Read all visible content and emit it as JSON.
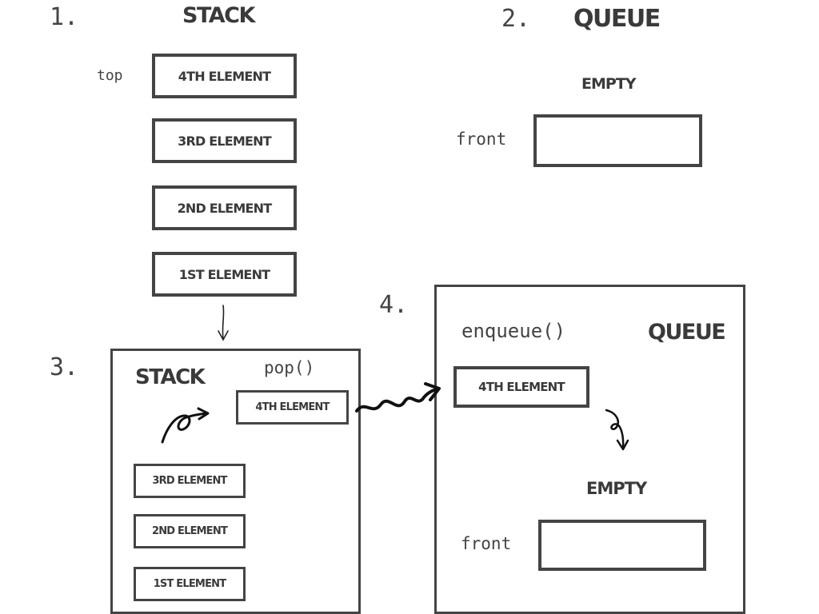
{
  "panel1": {
    "number": "1.",
    "title": "STACK",
    "top_label": "top",
    "elements": [
      "4TH ELEMENT",
      "3RD ELEMENT",
      "2ND ELEMENT",
      "1ST ELEMENT"
    ]
  },
  "panel2": {
    "number": "2.",
    "title": "QUEUE",
    "status": "EMPTY",
    "front_label": "front"
  },
  "panel3": {
    "number": "3.",
    "title": "STACK",
    "operation": "pop()",
    "popped": "4TH ELEMENT",
    "elements": [
      "3RD ELEMENT",
      "2ND ELEMENT",
      "1ST ELEMENT"
    ]
  },
  "panel4": {
    "number": "4.",
    "operation": "enqueue()",
    "title": "QUEUE",
    "enqueued": "4TH ELEMENT",
    "status": "EMPTY",
    "front_label": "front"
  }
}
